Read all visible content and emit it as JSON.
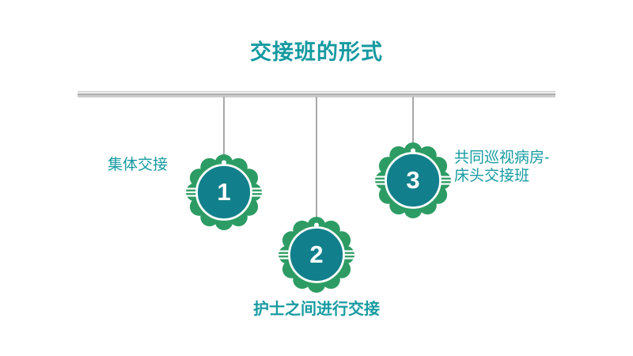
{
  "slide": {
    "title": "交接班的形式"
  },
  "colors": {
    "title_teal": "#149aa0",
    "label_teal": "#179ba1",
    "badge_green": "#2d9c64",
    "badge_inner_teal": "#12808c",
    "badge_ring_white": "#ffffff",
    "rod_gray": "#b5b5b5",
    "string_gray": "#a8a8a8",
    "background": "#ffffff"
  },
  "icons": {
    "badge": "flower-badge-icon",
    "rod": "hanging-rod",
    "string": "hanging-string"
  },
  "ornaments": [
    {
      "number": "1",
      "label": "集体交接"
    },
    {
      "number": "2",
      "label": "护士之间进行交接"
    },
    {
      "number": "3",
      "label_line1": "共同巡视病房-",
      "label_line2": "床头交接班"
    }
  ]
}
